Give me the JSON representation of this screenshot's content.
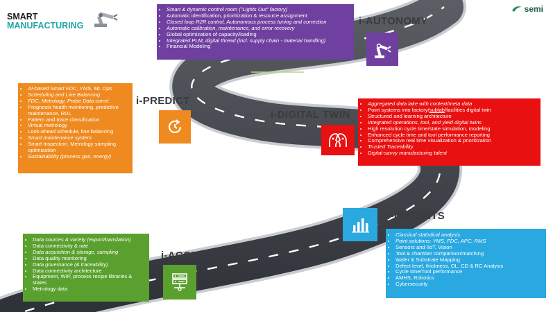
{
  "header": {
    "title_line1": "SMART",
    "title_line2": "MANUFACTURING",
    "brand": "semi"
  },
  "colors": {
    "autonomy": "#7040a0",
    "predict": "#ee8a1f",
    "digital_twin": "#e81010",
    "insights": "#2aa8e0",
    "acquire": "#5aa02e",
    "road": "#3a3d44"
  },
  "stages": {
    "autonomy": {
      "label": "i-AUTONOMY",
      "icon": "robot-arm-icon",
      "items": [
        {
          "text": "Smart & dynamic control room (\"Lights Out\" factory)",
          "italic": true
        },
        {
          "text": "Automatic identification, prioritization & resource assignment",
          "italic": false
        },
        {
          "text": "Closed loop R2R control, Autonomous process tuning and correction",
          "italic": true
        },
        {
          "text": "Automatic calibration, maintenance, and error recovery",
          "italic": true
        },
        {
          "text": "Global optimization of capacity/loading",
          "italic": false
        },
        {
          "text": "Integrated PLM, digital thread (incl. supply chain - material handling)",
          "italic": true
        },
        {
          "text": "Financial Modeling",
          "italic": false
        }
      ]
    },
    "predict": {
      "label": "i-PREDICT",
      "icon": "refresh-clock-icon",
      "items": [
        {
          "text": "AI-based Smart FDC, YMS, ML Ops",
          "italic": true
        },
        {
          "text": "Scheduling and Line Balancing",
          "italic": true
        },
        {
          "text": "FDC, Metrology, Probe Data correl.",
          "italic": true
        },
        {
          "text": "Prognosis health monitoring, predictive maintenance, RUL",
          "italic": false
        },
        {
          "text": "Pattern and trace classification",
          "italic": false
        },
        {
          "text": "Virtual metrology",
          "italic": false
        },
        {
          "text": "Look-ahead schedule, line balancing",
          "italic": false
        },
        {
          "text": "Smart maintenance system",
          "italic": true
        },
        {
          "text": "Smart Inspection, Metrology sampling optimization",
          "italic": false
        },
        {
          "text": "Sustainability (process gas, energy)",
          "italic": true
        }
      ]
    },
    "digital_twin": {
      "label": "i-DIGITAL TWIN",
      "icon": "twin-heads-icon",
      "items_before": [
        {
          "text": "Aggregated data lake with context/meta data",
          "italic": true
        }
      ],
      "point_systems": {
        "before": "Point systems into factory/",
        "underlined": "sublab",
        "after": "/facilities digital twin"
      },
      "items": [
        {
          "text": "Structured and learning architecture",
          "italic": false
        },
        {
          "text": "Integrated operations, tool, and yield digital twins",
          "italic": true
        },
        {
          "text": "High resolution cycle time/state simulation, modeling",
          "italic": false
        },
        {
          "text": "Enhanced cycle time and tool performance reporting",
          "italic": false
        },
        {
          "text": "Comprehensive real time visualization & prioritization",
          "italic": false
        },
        {
          "text": "Trusted Traceability",
          "italic": true
        },
        {
          "text": "Digital-savvy manufacturing talent",
          "italic": true
        }
      ]
    },
    "insights": {
      "label": "i-INSIGHTS",
      "icon": "bar-chart-icon",
      "items": [
        {
          "text": "Classical statistical analysis",
          "italic": true
        },
        {
          "text": "Point solutions: YMS, FDC, APC, RMS",
          "italic": true
        },
        {
          "text": "Sensors and IIoT, Vision",
          "italic": false
        },
        {
          "text": "Tool & chamber comparison/matching",
          "italic": false
        },
        {
          "text": "Wafer & Substrate Mapping",
          "italic": false
        },
        {
          "text": "Defect level, thickness, OL, CD & RC Analysis",
          "italic": false
        },
        {
          "text": "Cycle time/Tool performance",
          "italic": false
        },
        {
          "text": "AMHS, Robotics",
          "italic": false
        },
        {
          "text": "Cybersecurity",
          "italic": false
        }
      ]
    },
    "acquire": {
      "label": "i-ACQUIRE",
      "icon": "server-rack-icon",
      "items": [
        {
          "text": "Data sources & variety (export/translation)",
          "italic": true
        },
        {
          "text": "Data connectivity & rate",
          "italic": false
        },
        {
          "text": "Data acquisition & storage, sampling",
          "italic": true
        },
        {
          "text": "Data quality monitoring",
          "italic": false
        },
        {
          "text": "Data governance (& traceability)",
          "italic": true
        },
        {
          "text": "Data connectivity architecture",
          "italic": false
        },
        {
          "text": "Equipment, WIP, process recipe libraries & states",
          "italic": false
        },
        {
          "text": "Metrology data",
          "italic": false
        }
      ]
    }
  }
}
